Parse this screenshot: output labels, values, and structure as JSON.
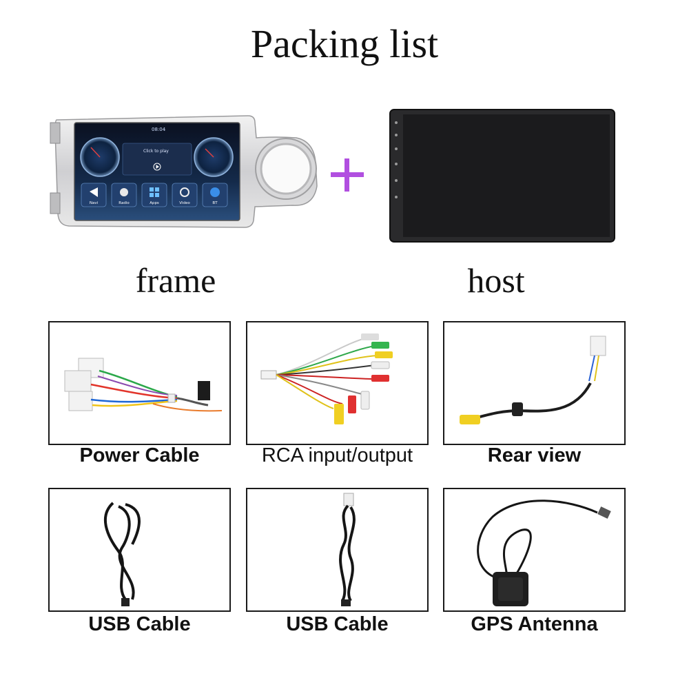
{
  "title": "Packing list",
  "frame": {
    "label": "frame",
    "screen": {
      "clock": "08:04",
      "media_text": "Click to play",
      "apps": [
        {
          "label": "Navi",
          "icon": "navigation-icon"
        },
        {
          "label": "Radio",
          "icon": "radio-icon"
        },
        {
          "label": "Apps",
          "icon": "apps-grid-icon"
        },
        {
          "label": "Video",
          "icon": "video-icon"
        },
        {
          "label": "BT",
          "icon": "bluetooth-icon"
        }
      ]
    }
  },
  "plus_color": "#b14fe0",
  "host": {
    "label": "host"
  },
  "items": [
    {
      "label": "Power Cable",
      "icon": "power-cable-icon"
    },
    {
      "label": "RCA input/output",
      "icon": "rca-cable-icon"
    },
    {
      "label": "Rear view",
      "icon": "rear-view-cable-icon"
    },
    {
      "label": "USB Cable",
      "icon": "usb-cable-icon"
    },
    {
      "label": "USB Cable",
      "icon": "usb-cable-icon"
    },
    {
      "label": "GPS Antenna",
      "icon": "gps-antenna-icon"
    }
  ]
}
